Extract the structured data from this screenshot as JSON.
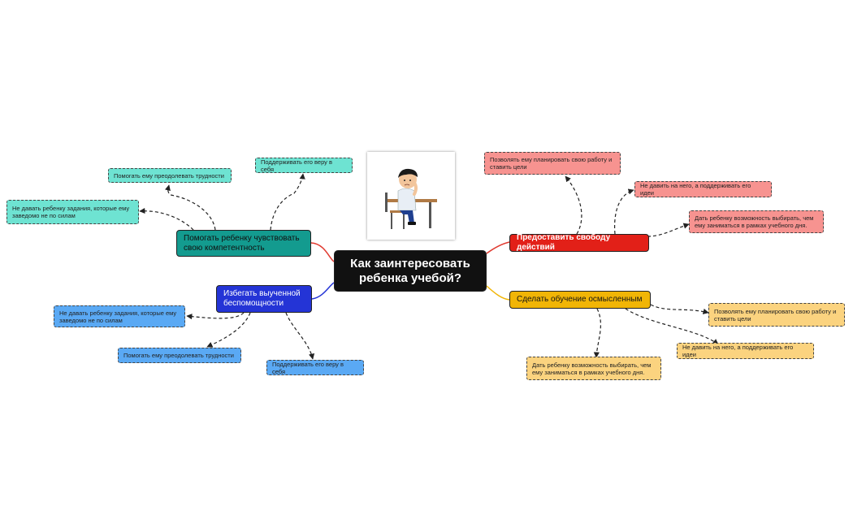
{
  "root": {
    "label": "Как заинтересовать ребенка учебой?"
  },
  "illustration": {
    "icon": "student-at-desk-icon"
  },
  "colors": {
    "teal": "#139b8f",
    "teal_light": "#6ee3d2",
    "blue": "#2434d6",
    "blue_light": "#5aa9f4",
    "red": "#e22018",
    "red_light": "#f79390",
    "yellow": "#f1b506",
    "yellow_light": "#fbd37f"
  },
  "branches": {
    "competence": {
      "label": "Помогать ребенку чувствовать свою компетентность",
      "children": [
        "Помогать ему преодолевать трудности",
        "Поддерживать его веру в себя",
        "Не давать ребенку задания, которые ему заведомо не по силам"
      ]
    },
    "helplessness": {
      "label": "Избегать выученной беспомощности",
      "children": [
        "Не давать ребенку задания, которые ему заведомо не по силам",
        "Помогать ему преодолевать трудности",
        "Поддерживать его веру в себя"
      ]
    },
    "freedom": {
      "label": "Предоставить свободу действий",
      "children": [
        "Позволять ему планировать свою работу и ставить цели",
        "Не давить на него, а поддерживать его идеи",
        "Дать ребенку возможность выбирать, чем ему заниматься в рамках учебного дня."
      ]
    },
    "meaningful": {
      "label": "Сделать обучение осмысленным",
      "children": [
        "Позволять ему планировать свою работу и ставить цели",
        "Не давить на него, а поддерживать его идеи",
        "Дать ребенку возможность выбирать, чем ему заниматься в рамках учебного дня."
      ]
    }
  }
}
